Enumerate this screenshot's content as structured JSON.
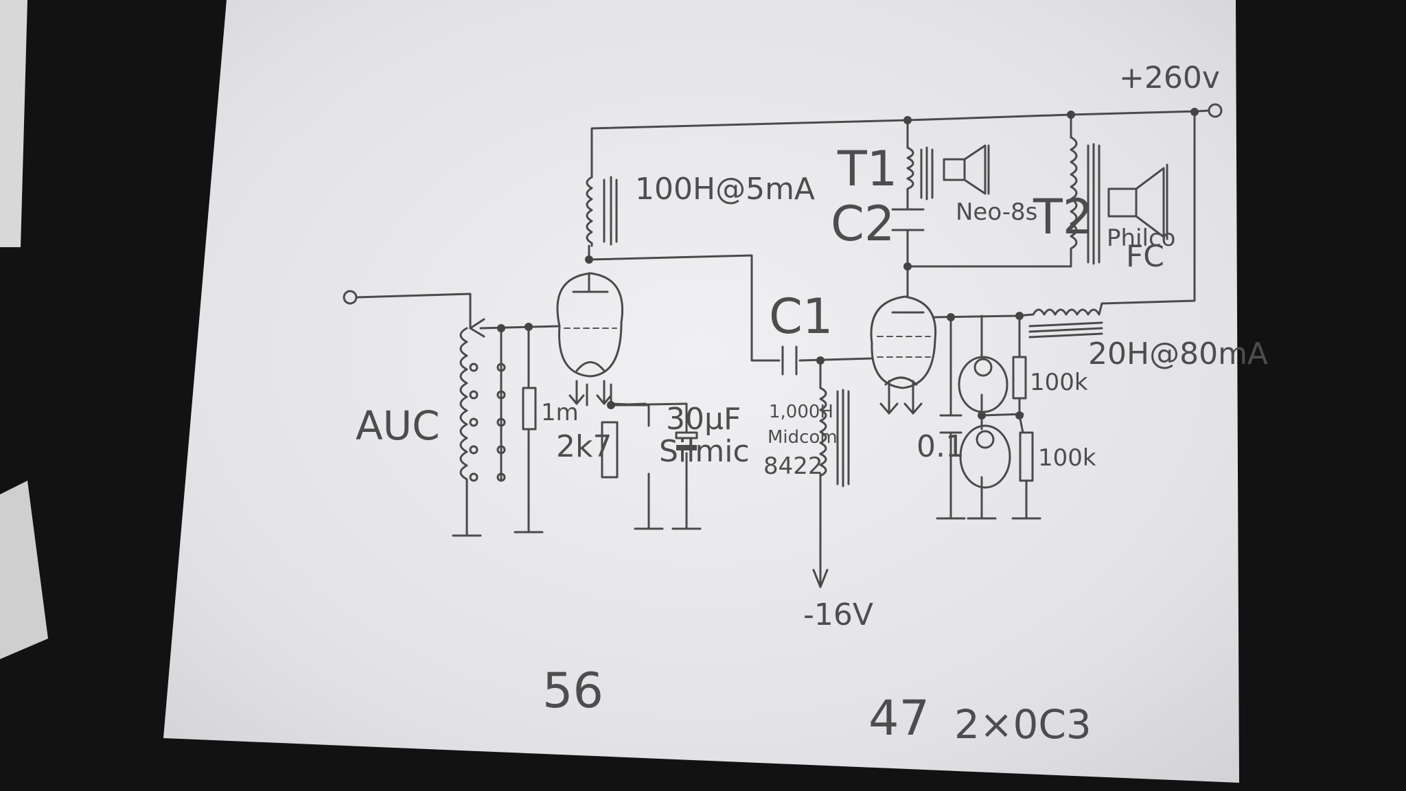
{
  "labels": {
    "supply": "+260v",
    "choke_top": "100H@5mA",
    "t1": "T1",
    "c2": "C2",
    "neo": "Neo-8s",
    "t2": "T2",
    "philco": "Philco",
    "fc": "FC",
    "c1": "C1",
    "choke_right": "20H@80mA",
    "r_100k_a": "100k",
    "r_100k_b": "100k",
    "cap_01": "0.1",
    "auc": "AUC",
    "r_1m": "1m",
    "r_2k7": "2k7",
    "cap_30uf": "30μF",
    "silmic": "Silmic",
    "midcom_1": "1,000H",
    "midcom_2": "Midcom",
    "midcom_3": "8422",
    "bias": "-16V",
    "tube_56": "56",
    "tube_47": "47",
    "tube_0c3": "2×0C3"
  },
  "colors": {
    "paper": "#e9e9ec",
    "ink": "#4a4a4a",
    "background": "#111111"
  }
}
